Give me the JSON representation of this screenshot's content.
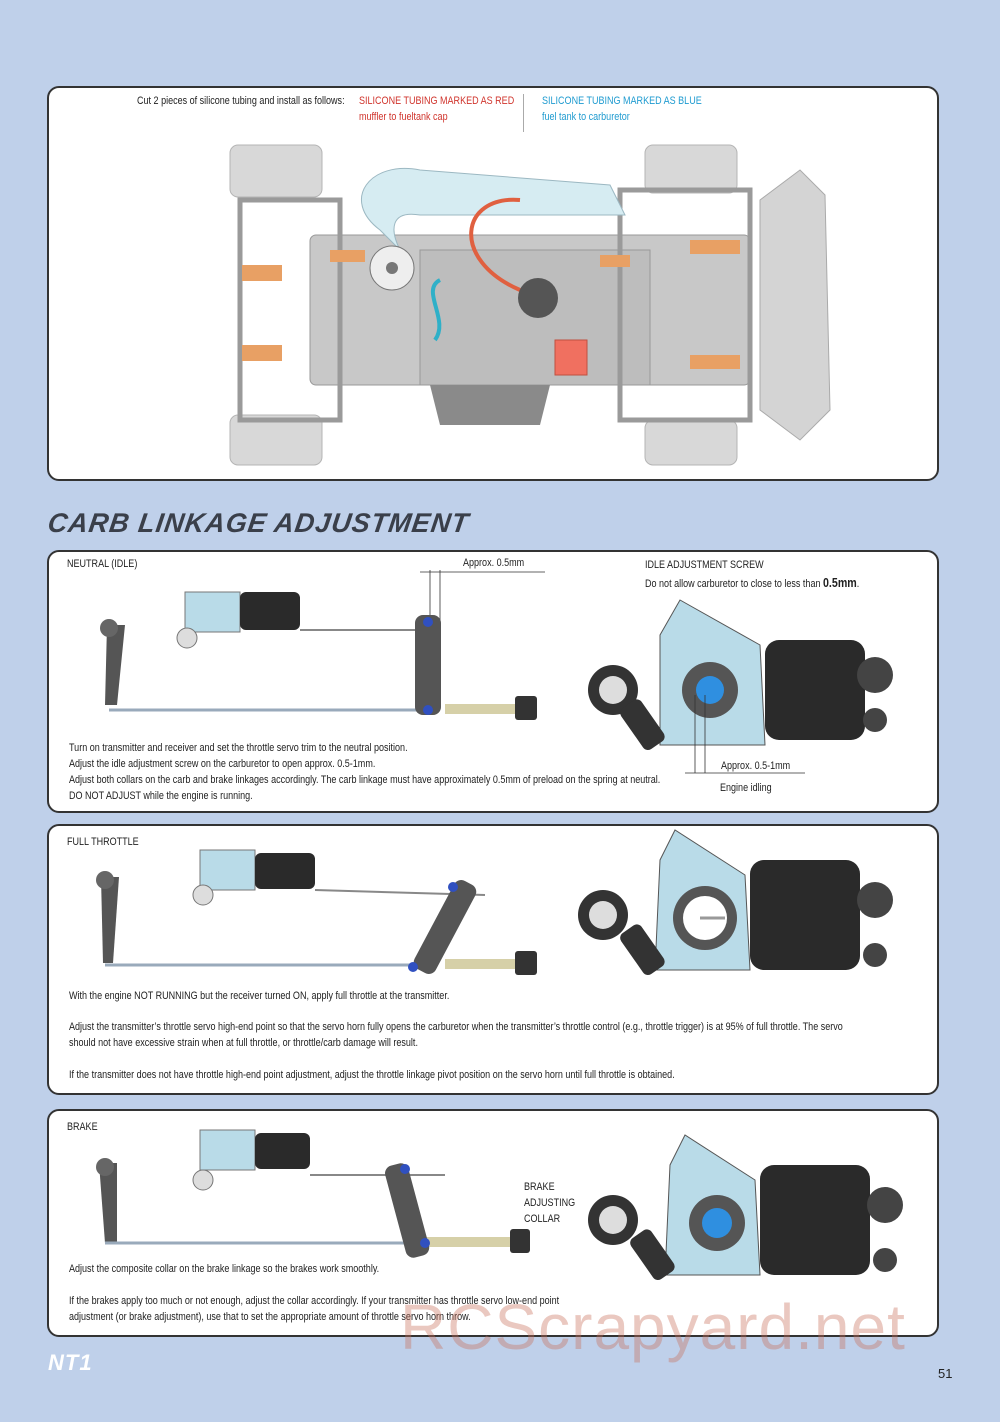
{
  "top_panel": {
    "intro": "Cut 2 pieces of silicone tubing and install as follows:",
    "red_title": "SILICONE TUBING MARKED AS RED",
    "red_sub": "muffler to fueltank cap",
    "blue_title": "SILICONE TUBING MARKED AS BLUE",
    "blue_sub": "fuel tank to carburetor"
  },
  "section_heading": "CARB LINKAGE ADJUSTMENT",
  "neutral": {
    "label": "NEUTRAL (IDLE)",
    "approx_top": "Approx. 0.5mm",
    "idle_title": "IDLE ADJUSTMENT SCREW",
    "idle_note": "Do not allow carburetor to close to less than",
    "idle_value": "0.5mm",
    "idle_end": ".",
    "approx_bottom": "Approx. 0.5-1mm",
    "engine_idling": "Engine idling",
    "line1": "Turn on transmitter and receiver and set the throttle servo trim to the neutral position.",
    "line2": "Adjust the idle adjustment screw on the carburetor to open approx. 0.5-1mm.",
    "line3": "Adjust both collars on the carb and brake linkages accordingly.  The carb linkage must have approximately 0.5mm of preload on the spring at neutral.",
    "line4_bold": "DO NOT ADJUST",
    "line4_rest": " while the engine is running."
  },
  "full_throttle": {
    "label": "FULL THROTTLE",
    "line1": "With the engine NOT RUNNING but the receiver turned ON, apply full throttle at the transmitter.",
    "line2": "Adjust the transmitter’s throttle servo high-end point so that the servo horn fully opens the carburetor when the transmitter’s throttle control (e.g., throttle trigger) is at 95% of full throttle.  The servo",
    "line3": "should not have excessive strain when at full throttle, or throttle/carb damage will result.",
    "line4": "If the transmitter does not have throttle high-end point adjustment, adjust the throttle linkage pivot position on the servo horn until full throttle is obtained."
  },
  "brake": {
    "label": "BRAKE",
    "collar1": "BRAKE",
    "collar2": "ADJUSTING",
    "collar3": "COLLAR",
    "line1": "Adjust the composite collar on the brake linkage so the brakes work smoothly.",
    "line2": "If the brakes apply too much or not enough, adjust the collar accordingly.  If your transmitter has throttle servo low-end point",
    "line3": "adjustment (or brake adjustment), use that to set the appropriate amount of throttle servo horn throw."
  },
  "footer": {
    "logo": "NT1",
    "watermark": "RCScrapyard.net",
    "page_number": "51"
  },
  "colors": {
    "background": "#bfd0ea",
    "red_label": "#d0342c",
    "blue_label": "#1f9bd0",
    "orange_part": "#e8a064",
    "carb_body": "#b9dbe8",
    "boot": "#2a2a2a"
  }
}
